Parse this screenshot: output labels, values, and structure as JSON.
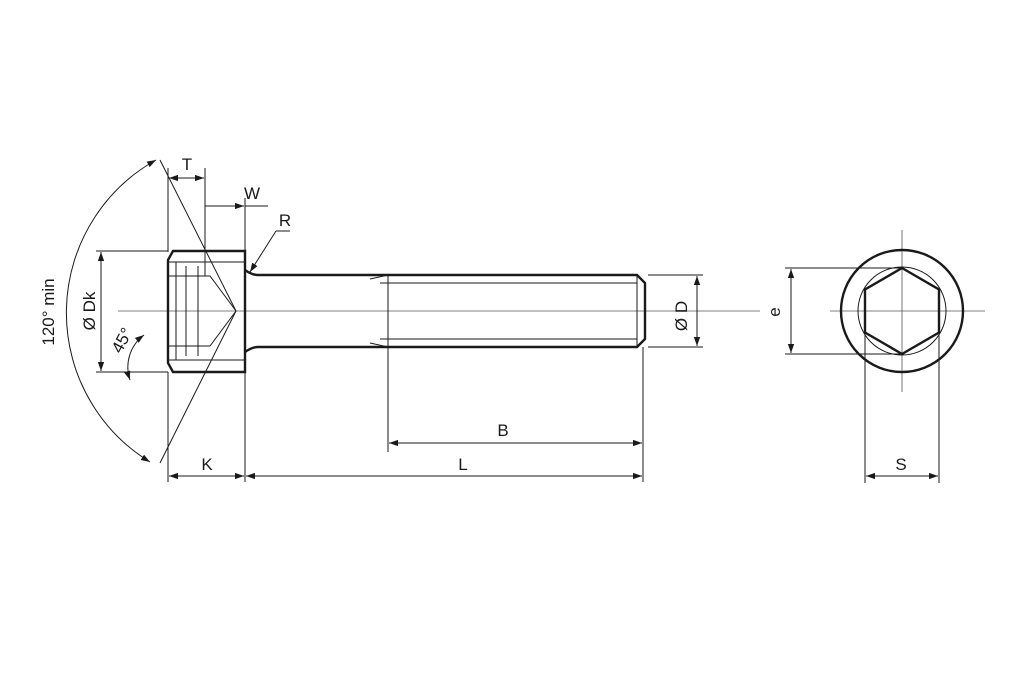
{
  "labels": {
    "T": "T",
    "W": "W",
    "R": "R",
    "angle_120": "120° min",
    "dk": "Ø Dk",
    "angle_45": "45°",
    "d": "Ø D",
    "e": "e",
    "b": "B",
    "k": "K",
    "l": "L",
    "s": "S"
  },
  "colors": {
    "line": "#1a1a1a",
    "background": "#ffffff"
  }
}
